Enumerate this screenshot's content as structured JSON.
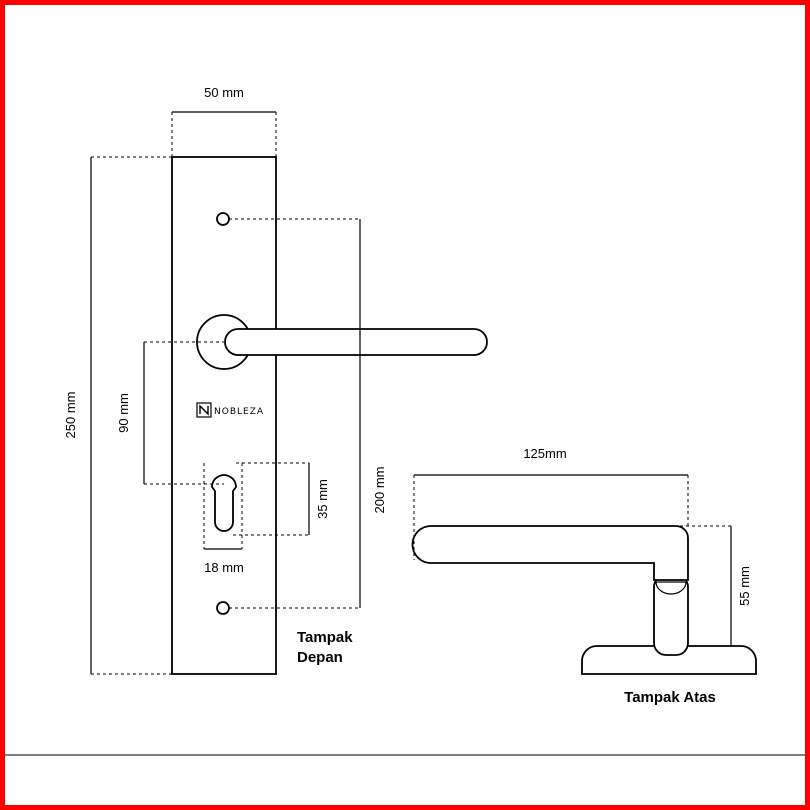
{
  "colors": {
    "frame": "#ff0000",
    "line": "#000000",
    "background": "#ffffff"
  },
  "logo": {
    "text": "NOBLEZA"
  },
  "front_view": {
    "caption_line1": "Tampak",
    "caption_line2": "Depan",
    "dimensions": {
      "width": "50 mm",
      "height": "250 mm",
      "hole_spacing": "200 mm",
      "handle_to_cylinder": "90 mm",
      "cylinder_height": "35 mm",
      "cylinder_width": "18 mm"
    }
  },
  "top_view": {
    "caption": "Tampak Atas",
    "dimensions": {
      "length": "125mm",
      "projection": "55 mm"
    }
  }
}
